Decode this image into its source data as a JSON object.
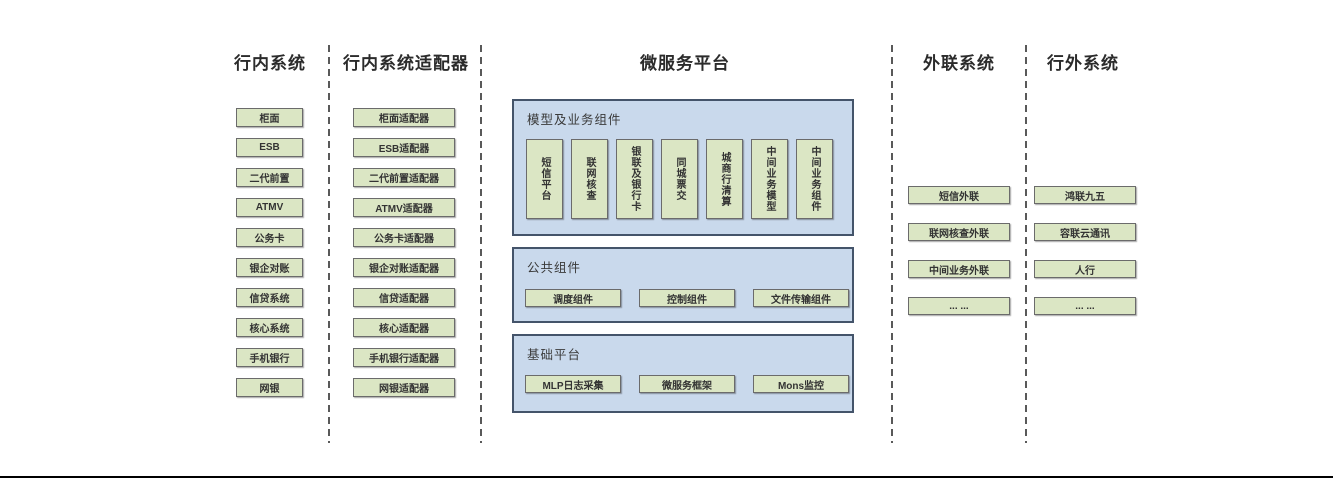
{
  "columns": {
    "internal": {
      "title": "行内系统",
      "items": [
        "柜面",
        "ESB",
        "二代前置",
        "ATMV",
        "公务卡",
        "银企对账",
        "信贷系统",
        "核心系统",
        "手机银行",
        "网银"
      ]
    },
    "adapters": {
      "title": "行内系统适配器",
      "items": [
        "柜面适配器",
        "ESB适配器",
        "二代前置适配器",
        "ATMV适配器",
        "公务卡适配器",
        "银企对账适配器",
        "信贷适配器",
        "核心适配器",
        "手机银行适配器",
        "网银适配器"
      ]
    },
    "platform": {
      "title": "微服务平台",
      "groups": {
        "model": {
          "title": "模型及业务组件",
          "items": [
            "短信平台",
            "联网核查",
            "银联及银行卡",
            "同城票交",
            "城商行清算",
            "中间业务模型",
            "中间业务组件"
          ]
        },
        "common": {
          "title": "公共组件",
          "items": [
            "调度组件",
            "控制组件",
            "文件传输组件"
          ]
        },
        "base": {
          "title": "基础平台",
          "items": [
            "MLP日志采集",
            "微服务框架",
            "Mons监控"
          ]
        }
      }
    },
    "outreach": {
      "title": "外联系统",
      "items": [
        "短信外联",
        "联网核查外联",
        "中间业务外联",
        "... ..."
      ]
    },
    "external": {
      "title": "行外系统",
      "items": [
        "鸿联九五",
        "容联云通讯",
        "人行",
        "... ..."
      ]
    }
  },
  "colors": {
    "box_fill": "#dbe6c4",
    "box_border": "#6b6b6b",
    "panel_fill": "#c9d9ec",
    "panel_border": "#44546a",
    "separator": "#595959",
    "text": "#333333"
  }
}
